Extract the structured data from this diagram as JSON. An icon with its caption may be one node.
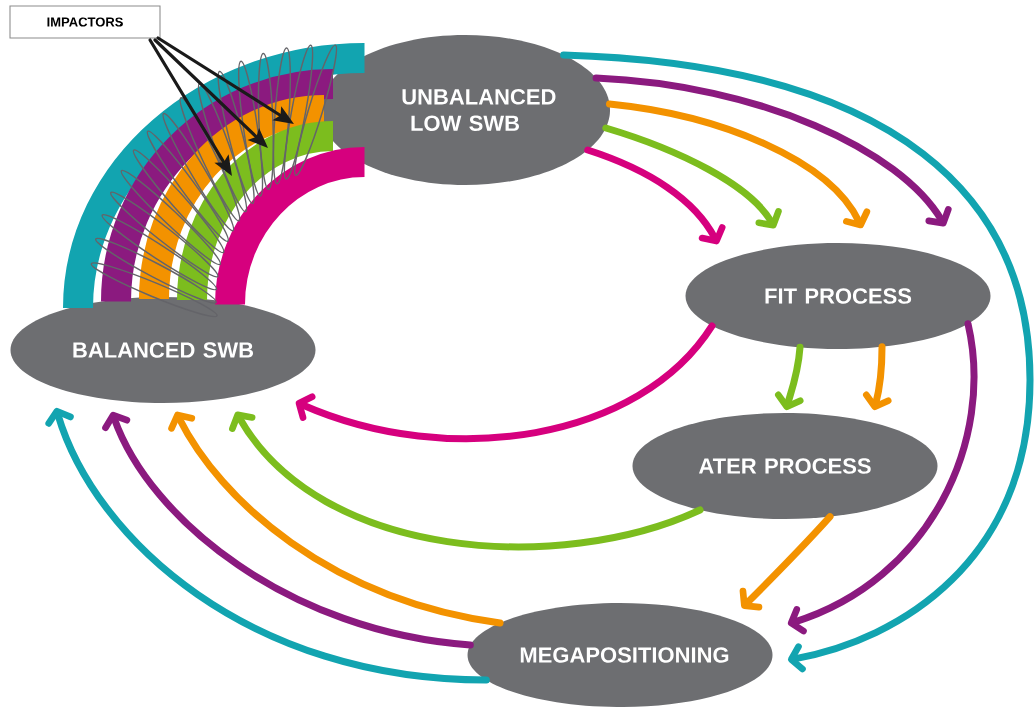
{
  "diagram": {
    "nodes": [
      {
        "text": [
          "IMPACTORS"
        ]
      },
      {
        "text": [
          "UNBALANCED LOW SWB"
        ]
      },
      {
        "text": [
          "FIT PROCESS"
        ]
      },
      {
        "text": [
          "ATER PROCESS"
        ]
      },
      {
        "text": [
          "MEGAPOSITIONING"
        ]
      },
      {
        "text": [
          "BALANCED SWB"
        ]
      }
    ],
    "edges": [
      {
        "from": 5,
        "to": 1,
        "arrow": "none",
        "style": "thick",
        "color": "#12a4b0"
      },
      {
        "from": 5,
        "to": 1,
        "arrow": "none",
        "style": "thick",
        "color": "#8b1a7f"
      },
      {
        "from": 5,
        "to": 1,
        "arrow": "none",
        "style": "thick",
        "color": "#f39200"
      },
      {
        "from": 5,
        "to": 1,
        "arrow": "none",
        "style": "thick",
        "color": "#7cbd1e"
      },
      {
        "from": 5,
        "to": 1,
        "arrow": "none",
        "style": "thick",
        "color": "#d6007e"
      },
      {
        "from": 0,
        "to": null,
        "arrow": "to",
        "color": "#1a1a1a"
      },
      {
        "from": 0,
        "to": null,
        "arrow": "to",
        "color": "#1a1a1a"
      },
      {
        "from": 0,
        "to": null,
        "arrow": "to",
        "color": "#1a1a1a"
      },
      {
        "from": 1,
        "to": 2,
        "arrow": "to",
        "color": "#d6007e"
      },
      {
        "from": 1,
        "to": 2,
        "arrow": "to",
        "color": "#7cbd1e"
      },
      {
        "from": 1,
        "to": 2,
        "arrow": "to",
        "color": "#f39200"
      },
      {
        "from": 1,
        "to": 2,
        "arrow": "to",
        "color": "#8b1a7f"
      },
      {
        "from": 1,
        "to": 4,
        "arrow": "to",
        "color": "#12a4b0"
      },
      {
        "from": 2,
        "to": 5,
        "arrow": "to",
        "color": "#d6007e"
      },
      {
        "from": 2,
        "to": 3,
        "arrow": "to",
        "color": "#7cbd1e"
      },
      {
        "from": 2,
        "to": 3,
        "arrow": "to",
        "color": "#f39200"
      },
      {
        "from": 2,
        "to": 4,
        "arrow": "to",
        "color": "#8b1a7f"
      },
      {
        "from": 3,
        "to": 5,
        "arrow": "to",
        "color": "#7cbd1e"
      },
      {
        "from": 3,
        "to": 4,
        "arrow": "to",
        "color": "#f39200"
      },
      {
        "from": 4,
        "to": 5,
        "arrow": "to",
        "color": "#f39200"
      },
      {
        "from": 4,
        "to": 5,
        "arrow": "to",
        "color": "#8b1a7f"
      },
      {
        "from": 4,
        "to": 5,
        "arrow": "to",
        "color": "#12a4b0"
      }
    ]
  }
}
